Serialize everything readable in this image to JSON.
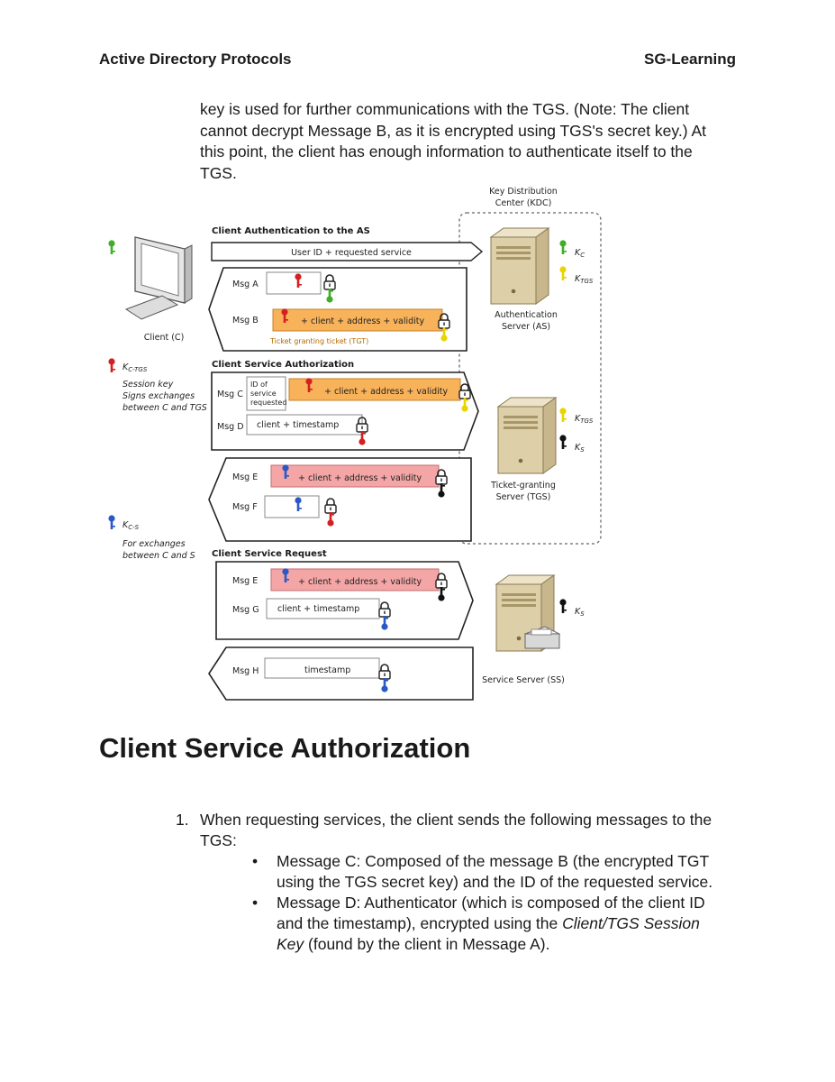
{
  "header": {
    "left": "Active Directory Protocols",
    "right": "SG-Learning"
  },
  "intro": "key is used for further communications with the TGS. (Note: The client cannot decrypt Message B, as it is encrypted using TGS's secret key.) At this point, the client has enough information to authenticate itself to the TGS.",
  "diagram": {
    "kdc_line1": "Key Distribution",
    "kdc_line2": "Center (KDC)",
    "sec1": "Client Authentication to the AS",
    "sec2": "Client Service Authorization",
    "sec3": "Client Service Request",
    "user_msg": "User ID + requested service",
    "msg_a": "Msg A",
    "msg_b": "Msg B",
    "msg_c": "Msg C",
    "msg_d": "Msg D",
    "msg_e": "Msg E",
    "msg_f": "Msg F",
    "msg_g": "Msg G",
    "msg_h": "Msg H",
    "cav": "+ client + address + validity",
    "tgt": "Ticket granting ticket (TGT)",
    "id_l1": "ID of",
    "id_l2": "service",
    "id_l3": "requested",
    "client_ts": "client + timestamp",
    "timestamp": "timestamp",
    "client_label": "Client (C)",
    "as_l1": "Authentication",
    "as_l2": "Server (AS)",
    "tgs_l1": "Ticket-granting",
    "tgs_l2": "Server (TGS)",
    "ss_label": "Service Server (SS)",
    "k": "K",
    "sub_c": "C",
    "sub_tgs": "TGS",
    "sub_s": "S",
    "sub_ctgs": "C-TGS",
    "sub_cs": "C-S",
    "ctgs_l1": "Session key",
    "ctgs_l2": "Signs exchanges",
    "ctgs_l3": "between C and TGS",
    "cs_l1": "For exchanges",
    "cs_l2": "between C and S",
    "colors": {
      "red": "#d42020",
      "green": "#3fae2a",
      "yellow": "#e8d400",
      "blue": "#2a58c8",
      "black": "#111111",
      "orange": "#f7b25a",
      "pink": "#f4a6a6"
    }
  },
  "section_title": "Client Service Authorization",
  "list": {
    "num": "1.",
    "item": "When requesting services, the client sends the following messages to the TGS:",
    "bullet": "•",
    "b1": "Message C: Composed of the message B (the encrypted TGT using the TGS secret key) and the ID of the requested service.",
    "b2_pre": "Message D: Authenticator (which is composed of the client ID and the timestamp), encrypted using the ",
    "b2_em": "Client/TGS Session Key",
    "b2_post": " (found by the client in Message A)."
  }
}
